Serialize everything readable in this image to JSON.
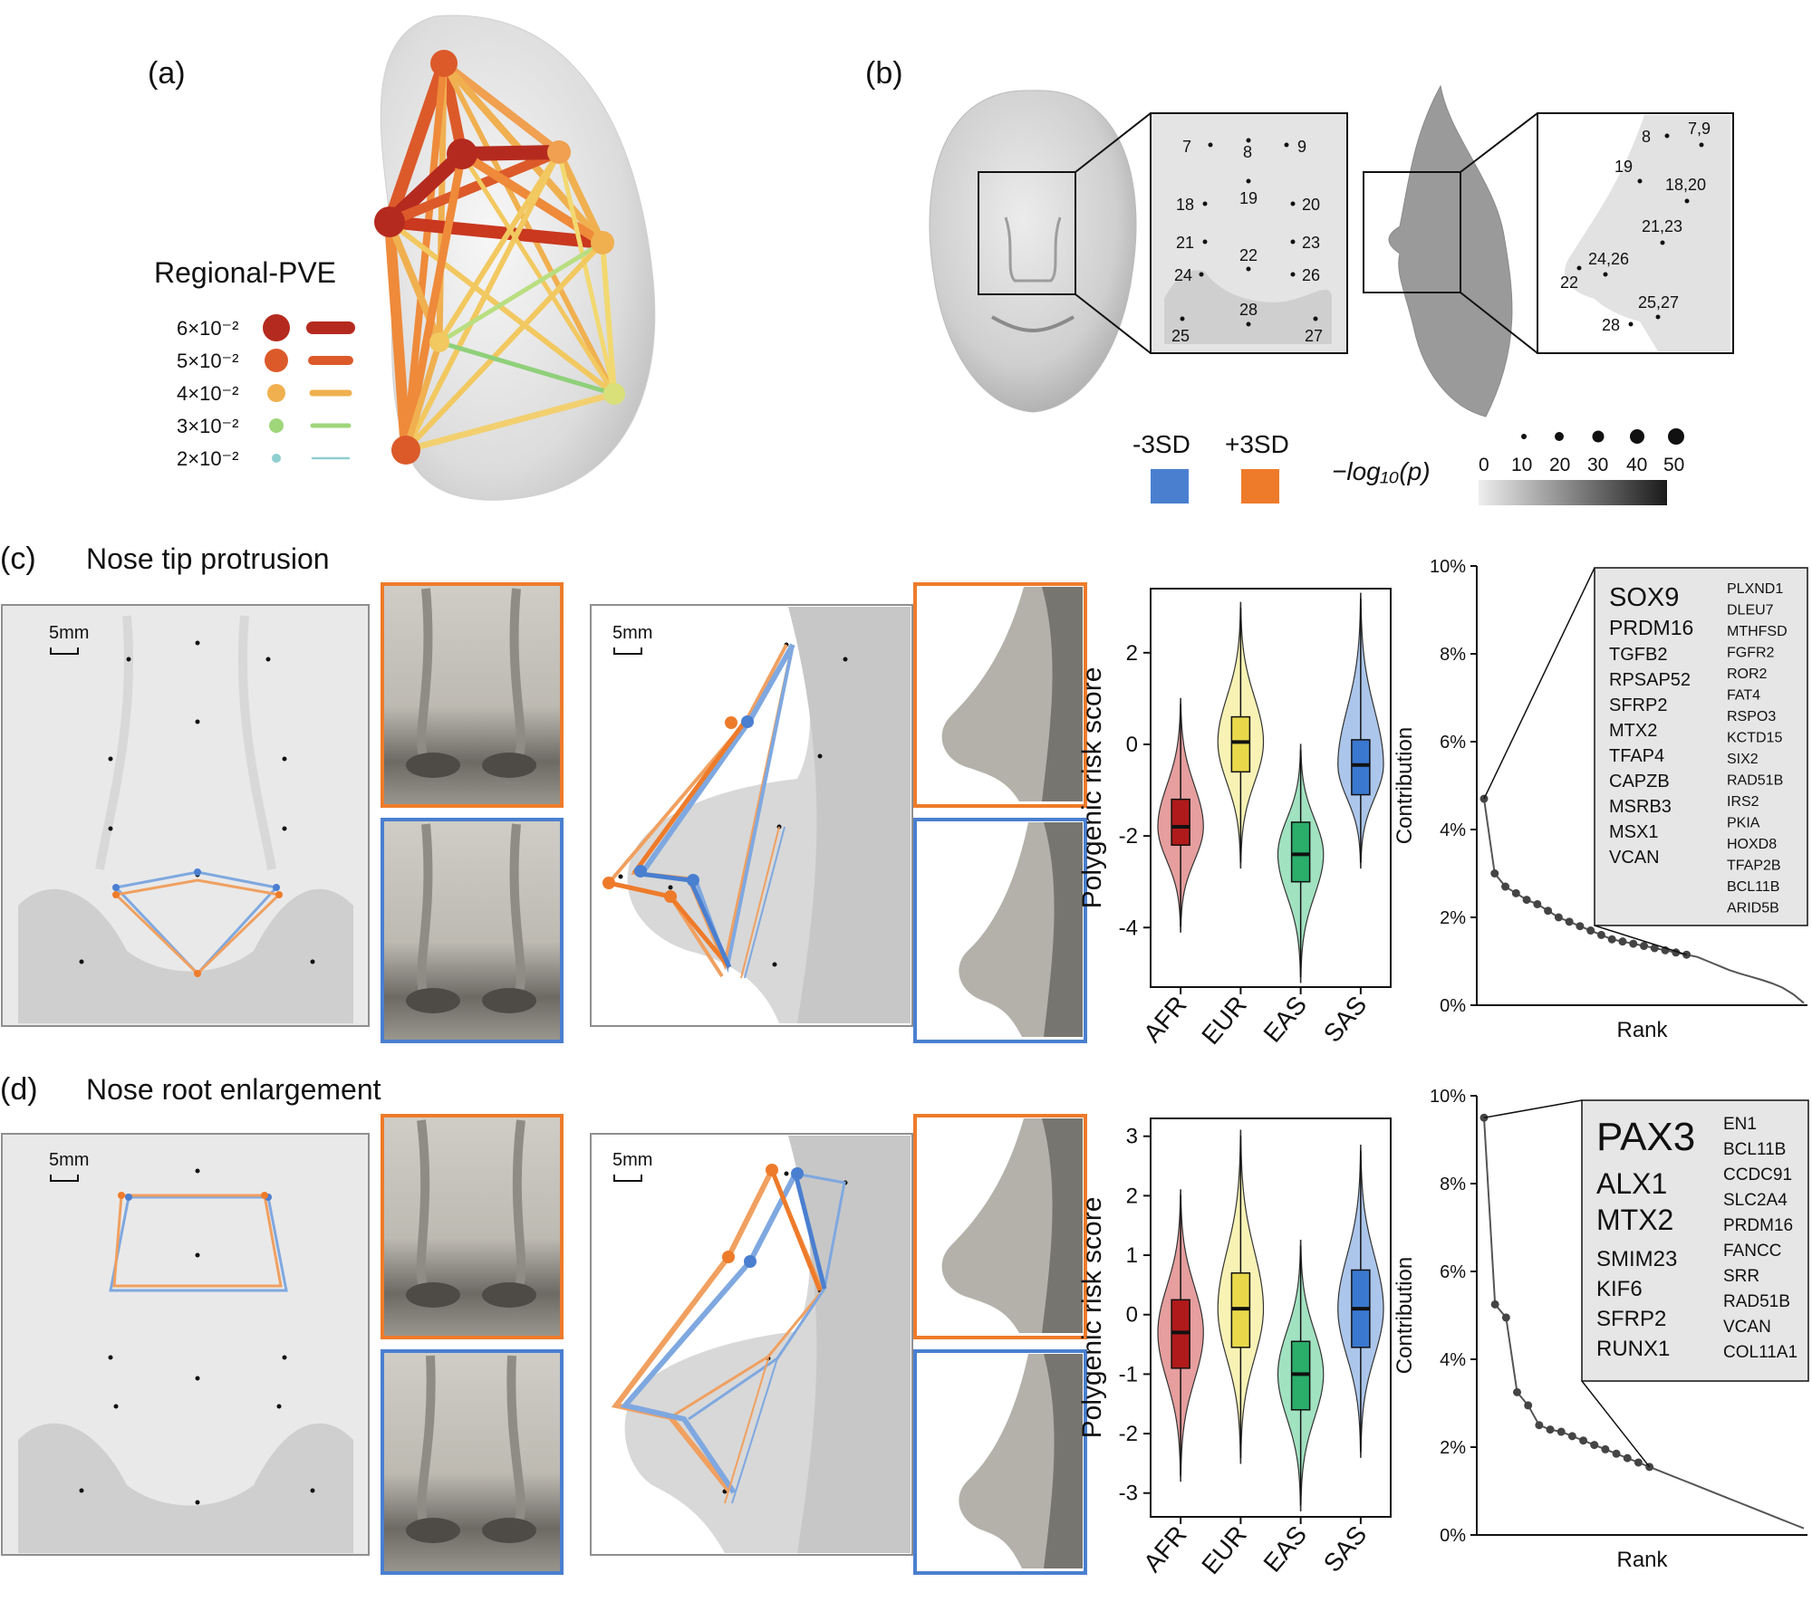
{
  "panels": {
    "a": {
      "label": "(a)"
    },
    "b": {
      "label": "(b)"
    },
    "c": {
      "label": "(c)",
      "title": "Nose tip protrusion"
    },
    "d": {
      "label": "(d)",
      "title": "Nose root enlargement"
    }
  },
  "legend_pve": {
    "title": "Regional-PVE",
    "items": [
      {
        "label": "6×10⁻²",
        "color": "#b52a1f"
      },
      {
        "label": "5×10⁻²",
        "color": "#dc5a2a"
      },
      {
        "label": "4×10⁻²",
        "color": "#f0b050"
      },
      {
        "label": "3×10⁻²",
        "color": "#9fd67a"
      },
      {
        "label": "2×10⁻²",
        "color": "#8fcfcf"
      }
    ]
  },
  "legend_sd": {
    "minus_label": "-3SD",
    "plus_label": "+3SD",
    "minus_color": "#4a7fd0",
    "plus_color": "#ee7b2a"
  },
  "legend_p": {
    "label": "−log₁₀(p)",
    "ticks": [
      "0",
      "10",
      "20",
      "30",
      "40",
      "50"
    ]
  },
  "landmarks_frontal": [
    "7",
    "8",
    "9",
    "18",
    "19",
    "20",
    "21",
    "22",
    "23",
    "24",
    "26",
    "28",
    "25",
    "27"
  ],
  "landmarks_profile": [
    "8",
    "7,9",
    "19",
    "18,20",
    "21,23",
    "24,26",
    "22",
    "25,27",
    "28"
  ],
  "scale_bar": "5mm",
  "chart_data": [
    {
      "type": "violin",
      "panel": "c",
      "ylabel": "Polygenic risk score",
      "ylim": [
        -5.3,
        3.4
      ],
      "yticks": [
        -4,
        -2,
        0,
        2
      ],
      "categories": [
        "AFR",
        "EUR",
        "EAS",
        "SAS"
      ],
      "colors": [
        "#d96a6a",
        "#f4ec8e",
        "#6fd3a0",
        "#7fa8e0"
      ],
      "box_colors": [
        "#b01a1a",
        "#e8d84a",
        "#2aae6a",
        "#3a78d0"
      ],
      "series": [
        {
          "name": "AFR",
          "min": -4.1,
          "q1": -2.2,
          "median": -1.8,
          "q3": -1.2,
          "max": 1.0
        },
        {
          "name": "EUR",
          "min": -2.7,
          "q1": -0.6,
          "median": 0.05,
          "q3": 0.6,
          "max": 3.1
        },
        {
          "name": "EAS",
          "min": -5.2,
          "q1": -3.0,
          "median": -2.4,
          "q3": -1.7,
          "max": 0.0
        },
        {
          "name": "SAS",
          "min": -2.7,
          "q1": -1.1,
          "median": -0.45,
          "q3": 0.1,
          "max": 3.3
        }
      ]
    },
    {
      "type": "violin",
      "panel": "d",
      "ylabel": "Polygenic risk score",
      "ylim": [
        -3.4,
        3.3
      ],
      "yticks": [
        -3,
        -2,
        -1,
        0,
        1,
        2,
        3
      ],
      "categories": [
        "AFR",
        "EUR",
        "EAS",
        "SAS"
      ],
      "colors": [
        "#d96a6a",
        "#f4ec8e",
        "#6fd3a0",
        "#7fa8e0"
      ],
      "box_colors": [
        "#b01a1a",
        "#e8d84a",
        "#2aae6a",
        "#3a78d0"
      ],
      "series": [
        {
          "name": "AFR",
          "min": -2.8,
          "q1": -0.9,
          "median": -0.3,
          "q3": 0.25,
          "max": 2.1
        },
        {
          "name": "EUR",
          "min": -2.5,
          "q1": -0.55,
          "median": 0.1,
          "q3": 0.7,
          "max": 3.1
        },
        {
          "name": "EAS",
          "min": -3.3,
          "q1": -1.6,
          "median": -1.0,
          "q3": -0.45,
          "max": 1.25
        },
        {
          "name": "SAS",
          "min": -2.4,
          "q1": -0.55,
          "median": 0.1,
          "q3": 0.75,
          "max": 2.85
        }
      ]
    },
    {
      "type": "line",
      "panel": "c",
      "xlabel": "Rank",
      "ylabel": "Contribution",
      "ylim": [
        0,
        10
      ],
      "yticks": [
        "0%",
        "2%",
        "4%",
        "6%",
        "8%",
        "10%"
      ],
      "y": [
        4.7,
        3.0,
        2.7,
        2.55,
        2.4,
        2.3,
        2.15,
        2.0,
        1.9,
        1.8,
        1.7,
        1.6,
        1.5,
        1.45,
        1.4,
        1.35,
        1.3,
        1.25,
        1.2,
        1.15,
        1.1,
        1.0,
        0.9,
        0.8,
        0.72,
        0.65,
        0.58,
        0.5,
        0.4,
        0.25,
        0.05
      ],
      "highlighted_points": 20,
      "genes_major": [
        "SOX9",
        "PRDM16",
        "TGFB2",
        "RPSAP52",
        "SFRP2",
        "MTX2",
        "TFAP4",
        "CAPZB",
        "MSRB3",
        "MSX1",
        "VCAN"
      ],
      "genes_minor": [
        "PLXND1",
        "DLEU7",
        "MTHFSD",
        "FGFR2",
        "ROR2",
        "FAT4",
        "RSPO3",
        "KCTD15",
        "SIX2",
        "RAD51B",
        "IRS2",
        "PKIA",
        "HOXD8",
        "TFAP2B",
        "BCL11B",
        "ARID5B"
      ]
    },
    {
      "type": "line",
      "panel": "d",
      "xlabel": "Rank",
      "ylabel": "Contribution",
      "ylim": [
        0,
        10
      ],
      "yticks": [
        "0%",
        "2%",
        "4%",
        "6%",
        "8%",
        "10%"
      ],
      "y": [
        9.5,
        5.25,
        4.95,
        3.25,
        2.95,
        2.5,
        2.4,
        2.35,
        2.25,
        2.15,
        2.05,
        1.95,
        1.85,
        1.75,
        1.65,
        1.55,
        1.45,
        1.35,
        1.25,
        1.15,
        1.05,
        0.95,
        0.85,
        0.75,
        0.65,
        0.55,
        0.45,
        0.35,
        0.25,
        0.15
      ],
      "highlighted_points": 16,
      "genes_major": [
        "PAX3",
        "ALX1",
        "MTX2",
        "SMIM23",
        "KIF6",
        "SFRP2",
        "RUNX1"
      ],
      "genes_minor": [
        "EN1",
        "BCL11B",
        "CCDC91",
        "SLC2A4",
        "PRDM16",
        "FANCC",
        "SRR",
        "RAD51B",
        "VCAN",
        "COL11A1"
      ]
    }
  ]
}
